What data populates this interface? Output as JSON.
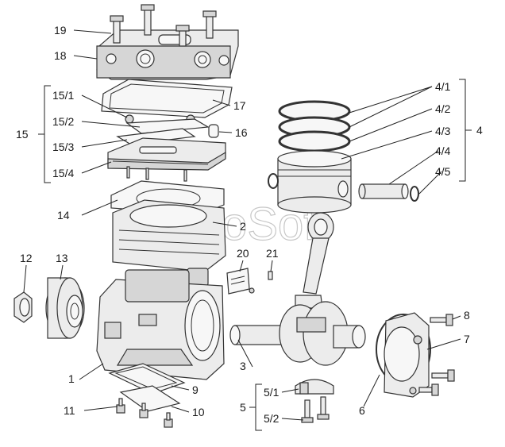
{
  "watermark": "AutoSoft",
  "callouts": {
    "c1": "1",
    "c2": "2",
    "c3": "3",
    "c4": "4",
    "c4_1": "4/1",
    "c4_2": "4/2",
    "c4_3": "4/3",
    "c4_4": "4/4",
    "c4_5": "4/5",
    "c5": "5",
    "c5_1": "5/1",
    "c5_2": "5/2",
    "c6": "6",
    "c7": "7",
    "c8": "8",
    "c9": "9",
    "c10": "10",
    "c11": "11",
    "c12": "12",
    "c13": "13",
    "c14": "14",
    "c15": "15",
    "c15_1": "15/1",
    "c15_2": "15/2",
    "c15_3": "15/3",
    "c15_4": "15/4",
    "c16": "16",
    "c17": "17",
    "c18": "18",
    "c19": "19",
    "c20": "20",
    "c21": "21"
  }
}
